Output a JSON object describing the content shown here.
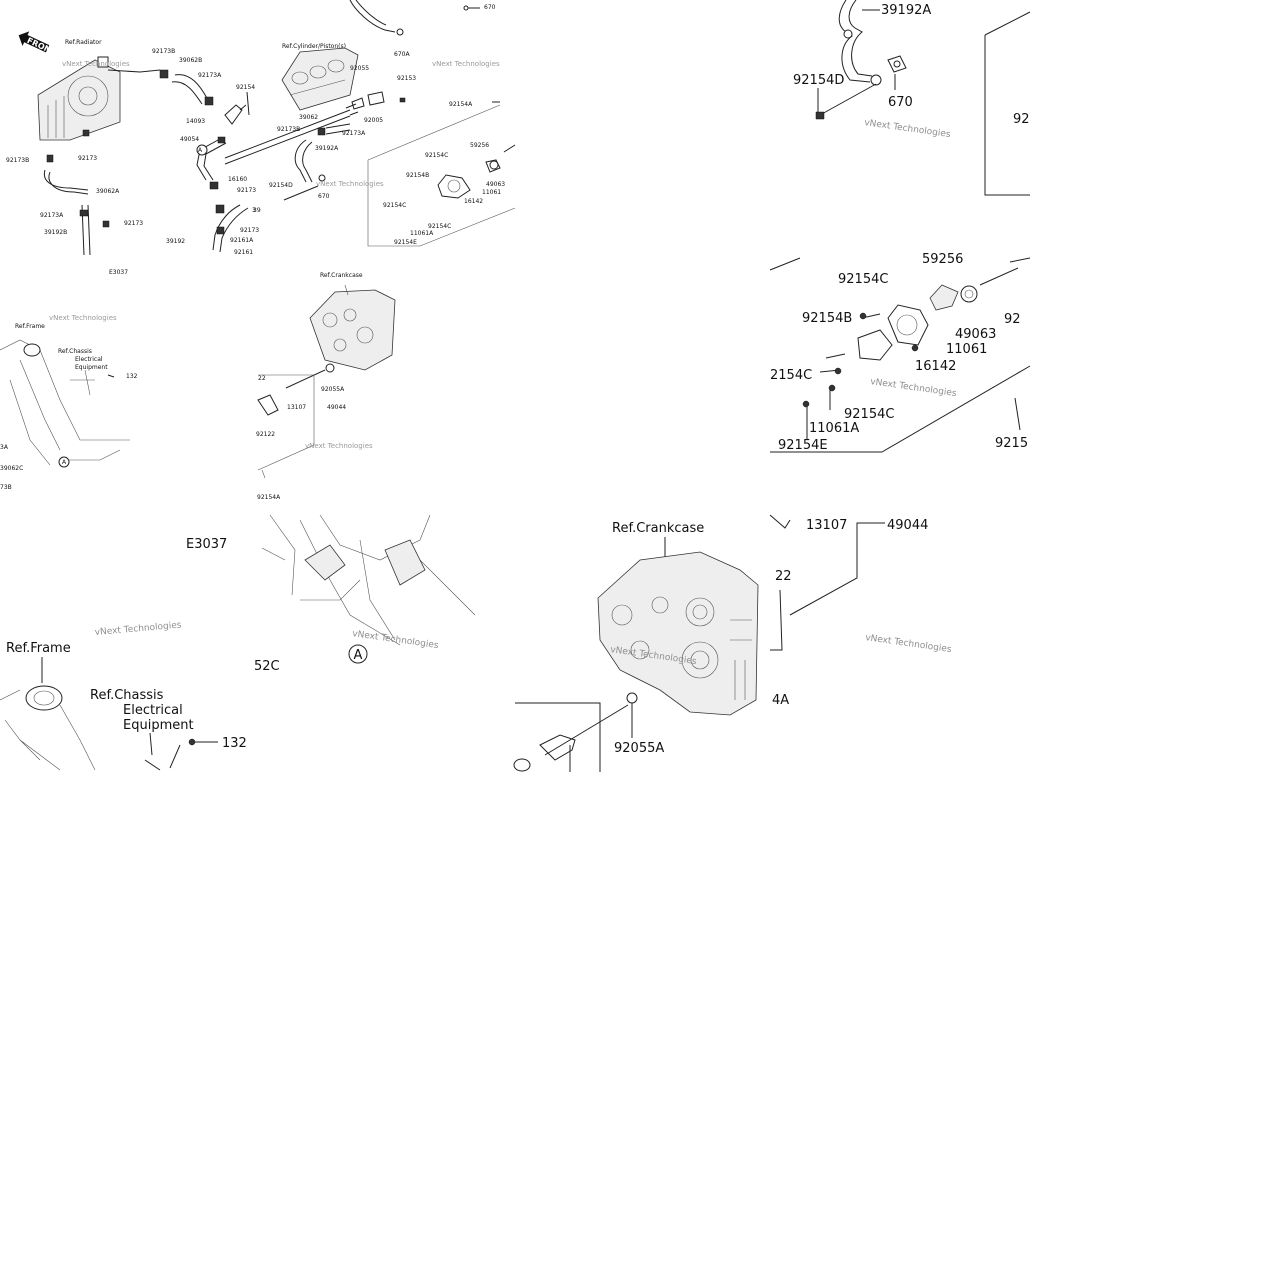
{
  "overview": {
    "front": "FRONT",
    "ref_radiator": "Ref.Radiator",
    "ref_cylinder": "Ref.Cylinder/Piston(s)",
    "ref_crankcase": "Ref.Crankcase",
    "ref_frame": "Ref.Frame",
    "ref_chassis": [
      "Ref.Chassis",
      "Electrical",
      "Equipment"
    ],
    "diagram_id": "E3037",
    "watermark": "vNext Technologies",
    "circle_marker": "A",
    "part_labels": [
      "670",
      "670A",
      "92173B",
      "39062B",
      "92173A",
      "92154",
      "14093",
      "49054",
      "92173B",
      "92173",
      "39062A",
      "92173A",
      "92173",
      "39192B",
      "16160",
      "92173",
      "3",
      "92173",
      "39192",
      "92161A",
      "92161",
      "92055",
      "92153",
      "39062",
      "92173B",
      "92005",
      "92173A",
      "39192A",
      "92154D",
      "670",
      "92154A",
      "92154C",
      "59256",
      "92154B",
      "49063",
      "11061",
      "16142",
      "92154C",
      "92154C",
      "11061A",
      "92154E",
      "92122",
      "13107",
      "49044",
      "92055A",
      "92154A",
      "132",
      "39062C",
      "39",
      "3A",
      "73B",
      "22"
    ]
  },
  "zoom_a": {
    "labels": [
      "39192A",
      "92154D",
      "670",
      "92"
    ],
    "watermark": "vNext Technologies"
  },
  "zoom_b": {
    "labels": [
      "59256",
      "92154C",
      "92154B",
      "49063",
      "92",
      "11061",
      "2154C",
      "16142",
      "92154C",
      "11061A",
      "92154E",
      "9215"
    ],
    "watermark": "vNext Technologies"
  },
  "zoom_c": {
    "diagram_id": "E3037",
    "circle_marker": "A",
    "labels": [
      "52C"
    ],
    "ref_frame": "Ref.Frame",
    "ref_chassis": [
      "Ref.Chassis",
      "Electrical",
      "Equipment"
    ],
    "part_132": "132",
    "watermark": "vNext Technologies"
  },
  "zoom_d": {
    "ref_crankcase": "Ref.Crankcase",
    "labels": [
      "13107",
      "49044",
      "22",
      "4A",
      "92055A"
    ],
    "watermark": "vNext Technologies"
  }
}
